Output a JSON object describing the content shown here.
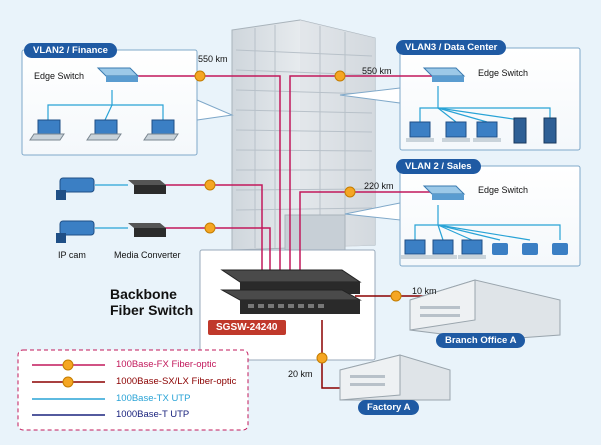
{
  "vlans": {
    "finance": "VLAN2 / Finance",
    "datacenter": "VLAN3 / Data Center",
    "sales": "VLAN 2 / Sales"
  },
  "edge_switch": "Edge Switch",
  "distances": {
    "finance": "550 km",
    "datacenter": "550 km",
    "sales": "220 km",
    "branch": "10 km",
    "factory": "20 km"
  },
  "ip_cam": "IP cam",
  "media_converter": "Media Converter",
  "backbone": [
    "Backbone",
    "Fiber Switch"
  ],
  "model": "SGSW-24240",
  "destinations": {
    "branch": "Branch Office A",
    "factory": "Factory A"
  },
  "legend": [
    {
      "label": "100Base-FX Fiber-optic",
      "color": "#c2185b"
    },
    {
      "label": "1000Base-SX/LX Fiber-optic",
      "color": "#8b0000"
    },
    {
      "label": "100Base-TX UTP",
      "color": "#29a3d6"
    },
    {
      "label": "1000Base-T UTP",
      "color": "#1a237e"
    }
  ]
}
